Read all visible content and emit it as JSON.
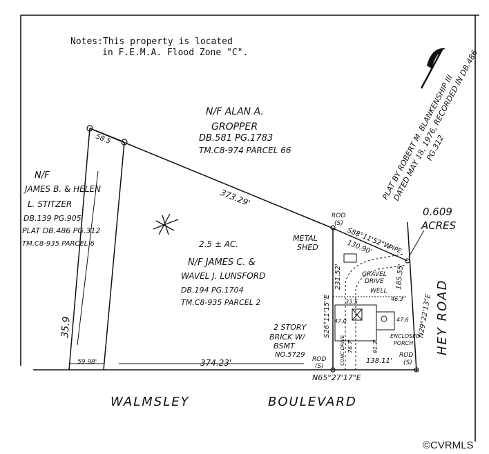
{
  "notes": {
    "line1": "Notes:This property is located",
    "line2": "in F.E.M.A. Flood Zone \"C\"."
  },
  "plat_credit": {
    "line1": "PLAT BY ROBERT M. BLANKENSHIP III",
    "line2": "DATED MAY 18, 1976, RECORDED IN DB.486",
    "line3": "PG.312"
  },
  "acreage": {
    "line1": "0.609",
    "line2": "ACRES"
  },
  "north_parcel": {
    "line1": "N/F ALAN A.",
    "line2": "GROPPER",
    "line3": "DB.581    PG.1783",
    "line4": "TM.C8-974 PARCEL 66"
  },
  "west_parcel": {
    "line1": "N/F",
    "line2": "JAMES B. & HELEN",
    "line3": "L. STITZER",
    "line4": "DB.139  PG.905",
    "line5": "PLAT DB.486 PG.312",
    "line6": "TM.C8-935 PARCEL 6"
  },
  "subject_parcel": {
    "area": "2.5 ± AC.",
    "line1": "N/F JAMES C. &",
    "line2": "WAVEL J. LUNSFORD",
    "line3": "DB.194       PG.1704",
    "line4": "TM.C8-935 PARCEL 2"
  },
  "dimensions": {
    "top_short": "58.5",
    "top_long": "373.29'",
    "bottom_short": "59.98'",
    "bottom_long": "374.23'",
    "left_side": "35.9",
    "inner_vertical": "S26°11'15\"E",
    "inner_vertical_dist": "231.52'",
    "east_line": "N29°22'13\"E",
    "east_dist": "185.55'",
    "north_line": "S88°11'52\"W",
    "north_dist": "130.90'",
    "south_line": "N65°27'17\"E",
    "south_dist": "138.11'",
    "pipe": "PIPE"
  },
  "labels": {
    "metal_shed": "METAL",
    "metal_shed2": "SHED",
    "gravel": "GRAVEL",
    "gravel2": "DRIVE",
    "well": "WELL",
    "house1": "2 STORY",
    "house2": "BRICK W/",
    "house3": "BSMT",
    "house4": "NO.5729",
    "conc_drive": "CONC DRIVE",
    "enclosed": "ENCLOSED",
    "enclosed2": "PORCH",
    "rod1": "ROD",
    "rod1b": "(S)",
    "rod2": "ROD",
    "rod2b": "(S)",
    "rod3": "ROD",
    "rod3b": "(S)",
    "d1": "33.5",
    "d2": "47.0",
    "d3": "46.3'",
    "d4": "47.6",
    "d5": "76.7'",
    "d6": "91.2'"
  },
  "roads": {
    "south_road1": "WALMSLEY",
    "south_road2": "BOULEVARD",
    "east_road": "HEY ROAD"
  },
  "watermark": "©CVRMLS"
}
